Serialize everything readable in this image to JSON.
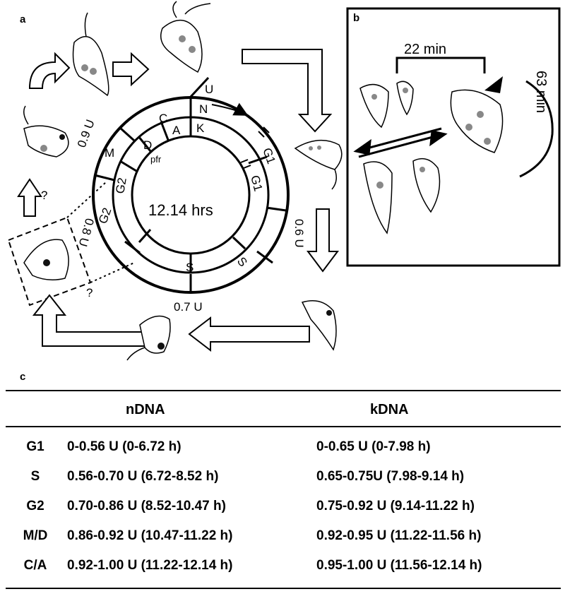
{
  "panels": {
    "a": "a",
    "b": "b",
    "c": "c"
  },
  "cycle": {
    "center": "12.14 hrs",
    "outer_segments": [
      "N",
      "C",
      "M",
      "G2",
      "S",
      "G1"
    ],
    "inner_segments": [
      "K",
      "A",
      "D",
      "G2",
      "S",
      "G1"
    ],
    "pfr": "pfr",
    "unit_marks": [
      "U",
      "0.9 U",
      "0.8 U",
      "0.7 U",
      "0.6 U"
    ],
    "questions": [
      "?",
      "?"
    ]
  },
  "panel_b": {
    "bracket": "22 min",
    "arc": "63 min"
  },
  "table": {
    "headers": {
      "ndna": "nDNA",
      "kdna": "kDNA"
    },
    "rows": [
      {
        "phase": "G1",
        "ndna": "0-0.56 U (0-6.72 h)",
        "kdna": "0-0.65 U (0-7.98 h)"
      },
      {
        "phase": "S",
        "ndna": "0.56-0.70 U (6.72-8.52 h)",
        "kdna": "0.65-0.75U (7.98-9.14 h)"
      },
      {
        "phase": "G2",
        "ndna": "0.70-0.86 U (8.52-10.47 h)",
        "kdna": "0.75-0.92 U (9.14-11.22 h)"
      },
      {
        "phase": "M/D",
        "ndna": "0.86-0.92 U (10.47-11.22 h)",
        "kdna": "0.92-0.95 U (11.22-11.56 h)"
      },
      {
        "phase": "C/A",
        "ndna": "0.92-1.00 U (11.22-12.14 h)",
        "kdna": "0.95-1.00 U (11.56-12.14 h)"
      }
    ]
  }
}
